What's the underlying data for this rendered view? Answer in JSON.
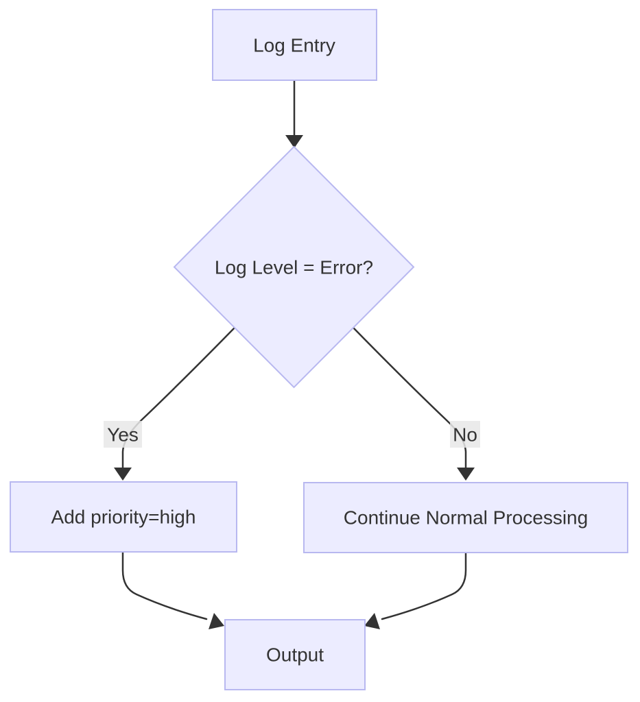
{
  "diagram": {
    "type": "flowchart",
    "direction": "top-down",
    "nodes": [
      {
        "id": "log-entry",
        "shape": "rectangle",
        "label": "Log Entry"
      },
      {
        "id": "log-level-check",
        "shape": "diamond",
        "label": "Log Level = Error?"
      },
      {
        "id": "add-priority",
        "shape": "rectangle",
        "label": "Add priority=high"
      },
      {
        "id": "continue-processing",
        "shape": "rectangle",
        "label": "Continue Normal Processing"
      },
      {
        "id": "output",
        "shape": "rectangle",
        "label": "Output"
      }
    ],
    "edges": [
      {
        "from": "log-entry",
        "to": "log-level-check",
        "label": ""
      },
      {
        "from": "log-level-check",
        "to": "add-priority",
        "label": "Yes"
      },
      {
        "from": "log-level-check",
        "to": "continue-processing",
        "label": "No"
      },
      {
        "from": "add-priority",
        "to": "output",
        "label": ""
      },
      {
        "from": "continue-processing",
        "to": "output",
        "label": ""
      }
    ],
    "colors": {
      "node_fill": "#ECECFF",
      "node_border": "#B8B8F0",
      "edge_line": "#333333",
      "text": "#333333",
      "edge_label_bg": "#E8E8E8",
      "canvas_bg": "#FFFFFF"
    }
  }
}
